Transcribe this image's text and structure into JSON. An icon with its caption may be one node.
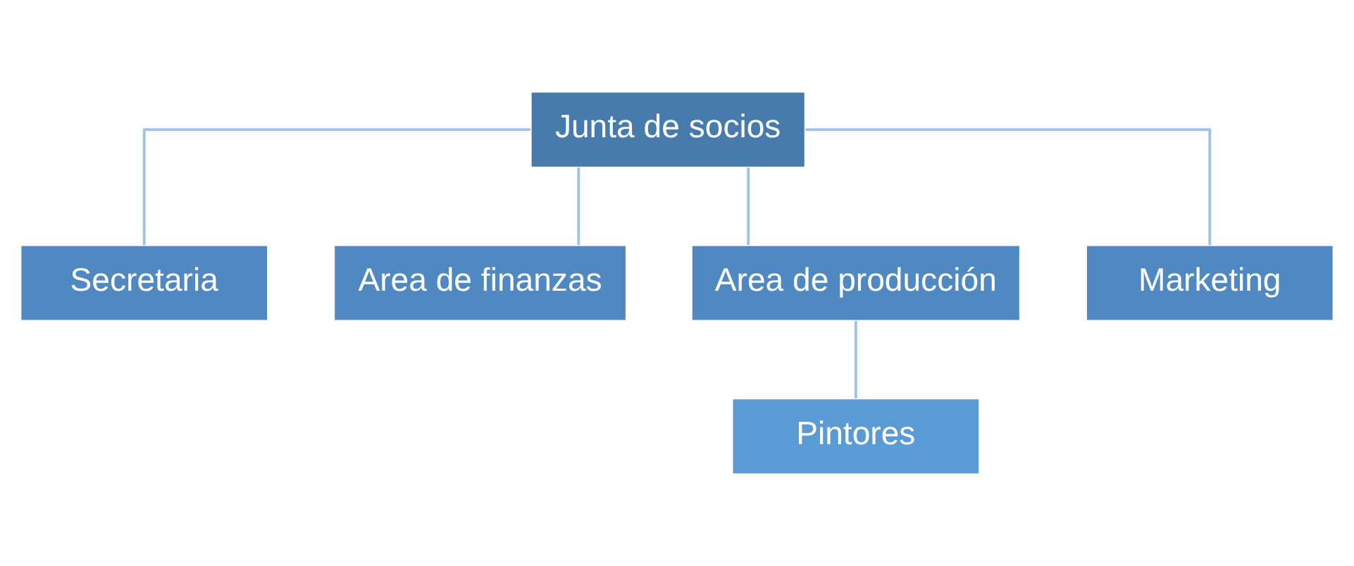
{
  "diagram": {
    "nodes": [
      {
        "text": [
          "Junta de socios"
        ]
      },
      {
        "text": [
          "Secretaria"
        ]
      },
      {
        "text": [
          "Area de finanzas"
        ]
      },
      {
        "text": [
          "Area de producción"
        ]
      },
      {
        "text": [
          "Marketing"
        ]
      },
      {
        "text": [
          "Pintores"
        ]
      }
    ],
    "edges": [
      {
        "from": 0,
        "to": 1,
        "arrow": "none"
      },
      {
        "from": 0,
        "to": 2,
        "arrow": "none"
      },
      {
        "from": 0,
        "to": 3,
        "arrow": "none"
      },
      {
        "from": 0,
        "to": 4,
        "arrow": "none"
      },
      {
        "from": 3,
        "to": 5,
        "arrow": "none"
      }
    ]
  }
}
